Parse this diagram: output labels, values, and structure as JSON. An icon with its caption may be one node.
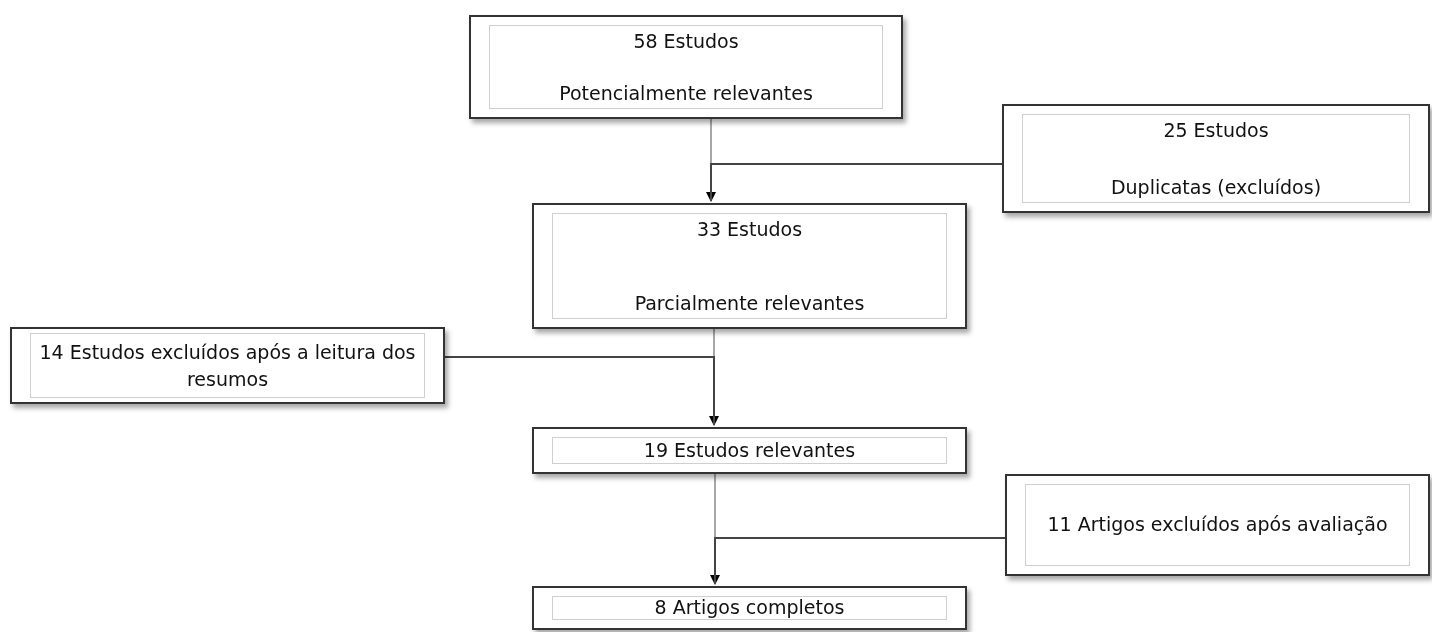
{
  "diagram": {
    "nodes": [
      {
        "text": [
          "58 Estudos",
          "Potencialmente relevantes"
        ]
      },
      {
        "text": [
          "25 Estudos",
          "Duplicatas (excluídos)"
        ]
      },
      {
        "text": [
          "33 Estudos",
          "Parcialmente relevantes"
        ]
      },
      {
        "text": [
          "14 Estudos excluídos após a leitura dos resumos"
        ]
      },
      {
        "text": [
          "19 Estudos relevantes"
        ]
      },
      {
        "text": [
          "11 Artigos excluídos após avaliação"
        ]
      },
      {
        "text": [
          "8 Artigos completos"
        ]
      }
    ],
    "edges": [
      {
        "from": 0,
        "to": 2,
        "arrow": "to"
      },
      {
        "from": 1,
        "to": 2,
        "arrow": "none"
      },
      {
        "from": 2,
        "to": 4,
        "arrow": "to"
      },
      {
        "from": 3,
        "to": 4,
        "arrow": "none"
      },
      {
        "from": 4,
        "to": 6,
        "arrow": "to"
      },
      {
        "from": 5,
        "to": 6,
        "arrow": "none"
      }
    ]
  }
}
